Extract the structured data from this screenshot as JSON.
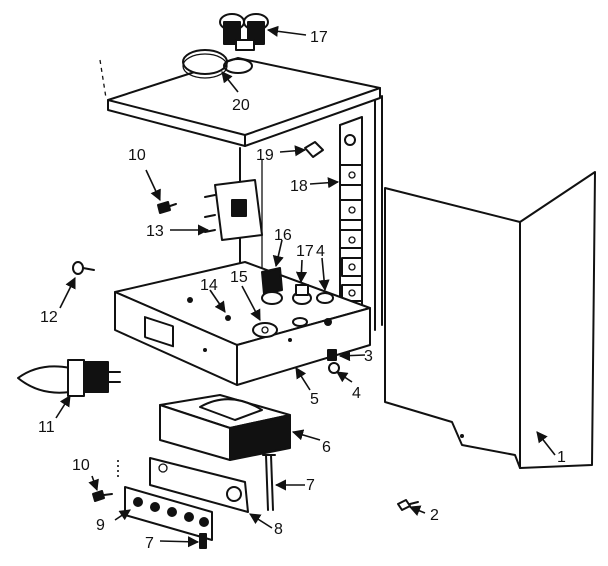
{
  "callouts": {
    "c1": "1",
    "c2": "2",
    "c3": "3",
    "c4a": "4",
    "c4b": "4",
    "c5": "5",
    "c6": "6",
    "c7a": "7",
    "c7b": "7",
    "c8": "8",
    "c9": "9",
    "c10a": "10",
    "c10b": "10",
    "c11": "11",
    "c12": "12",
    "c13": "13",
    "c14": "14",
    "c15": "15",
    "c16": "16",
    "c17a": "17",
    "c17b": "17",
    "c18": "18",
    "c19": "19",
    "c20": "20"
  }
}
